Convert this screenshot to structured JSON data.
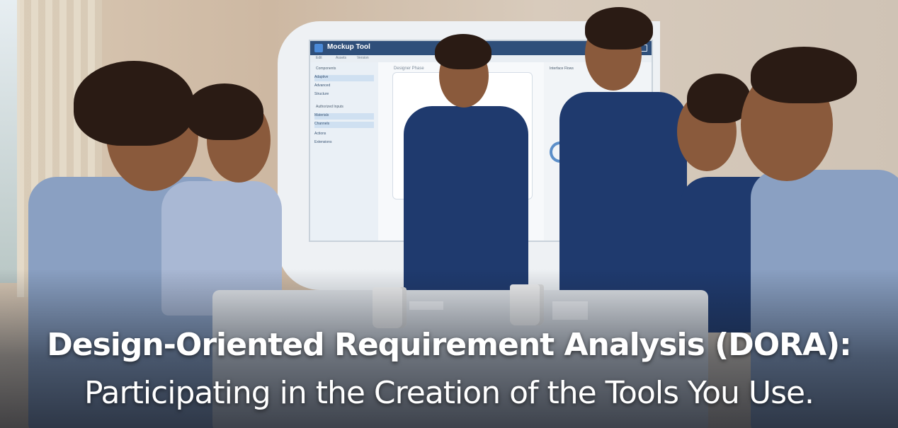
{
  "headline": {
    "line1": "Design-Oriented Requirement Analysis (DORA):",
    "line2": "Participating in the Creation of the Tools You Use."
  },
  "screen": {
    "app_title": "Mockup Tool",
    "tabs": [
      "Edit",
      "Assets",
      "Version"
    ],
    "sidebar_sections": [
      "Components",
      "Authorized Inputs"
    ],
    "sidebar_items": [
      "Adaptive",
      "Advanced",
      "Structure",
      "Materials",
      "Channels",
      "Actions",
      "Extensions"
    ],
    "canvas_label": "Designer Phase",
    "right_panel_title": "Interface Flows"
  },
  "colors": {
    "scrub_navy": "#1f3a6e",
    "scrub_light": "#8aa0c2",
    "screen_bar": "#2f4f7a"
  }
}
